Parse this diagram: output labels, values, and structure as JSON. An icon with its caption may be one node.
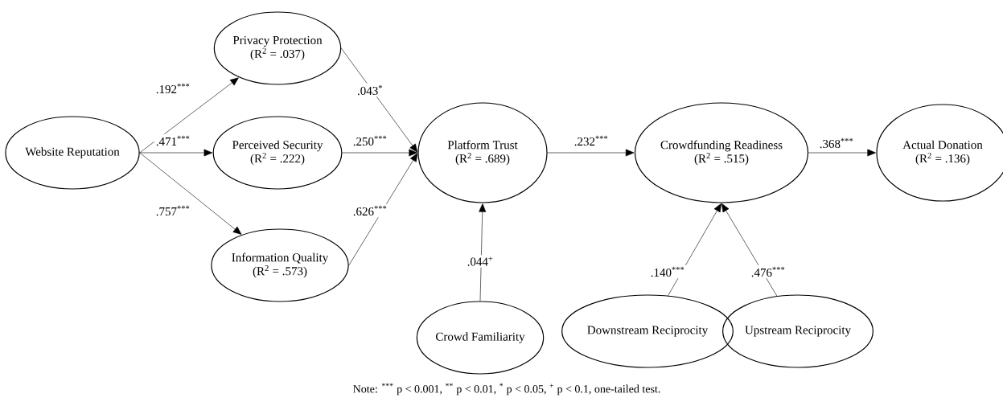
{
  "diagram": {
    "nodes": [
      {
        "text": [
          "Website Reputation"
        ]
      },
      {
        "text": [
          "Privacy Protection",
          "(R$^{2}$ = .037)"
        ]
      },
      {
        "text": [
          "Perceived Security",
          "(R$^{2}$ = .222)"
        ]
      },
      {
        "text": [
          "Information Quality",
          "(R$^{2}$ = .573)"
        ]
      },
      {
        "text": [
          "Platform Trust",
          "(R$^{2}$ = .689)"
        ]
      },
      {
        "text": [
          "Crowd Familiarity"
        ]
      },
      {
        "text": [
          "Crowdfunding Readiness",
          "(R$^{2}$ = .515)"
        ]
      },
      {
        "text": [
          "Actual Donation",
          "(R$^{2}$ = .136)"
        ]
      },
      {
        "text": [
          "Downstream Reciprocity"
        ]
      },
      {
        "text": [
          "Upstream Reciprocity"
        ]
      }
    ],
    "edges": [
      {
        "from": 0,
        "to": 1,
        "arrow": "to",
        "label": ".192$^{***}$"
      },
      {
        "from": 0,
        "to": 2,
        "arrow": "to",
        "label": ".471$^{***}$"
      },
      {
        "from": 0,
        "to": 3,
        "arrow": "to",
        "label": ".757$^{***}$"
      },
      {
        "from": 1,
        "to": 4,
        "arrow": "to",
        "label": ".043$^{*}$"
      },
      {
        "from": 2,
        "to": 4,
        "arrow": "to",
        "label": ".250$^{***}$"
      },
      {
        "from": 3,
        "to": 4,
        "arrow": "to",
        "label": ".626$^{***}$"
      },
      {
        "from": 5,
        "to": 4,
        "arrow": "to",
        "label": ".044$^{+}$"
      },
      {
        "from": 4,
        "to": 6,
        "arrow": "to",
        "label": ".232$^{***}$"
      },
      {
        "from": 8,
        "to": 6,
        "arrow": "to",
        "label": ".140$^{***}$"
      },
      {
        "from": 9,
        "to": 6,
        "arrow": "to",
        "label": ".476$^{***}$"
      },
      {
        "from": 6,
        "to": 7,
        "arrow": "to",
        "label": ".368$^{***}$"
      }
    ],
    "labels": [
      "Note: $^{***}$ p < 0.001, $^{**}$ p < 0.01, $^{*}$ p < 0.05, $^{+}$ p < 0.1, one-tailed test."
    ]
  }
}
